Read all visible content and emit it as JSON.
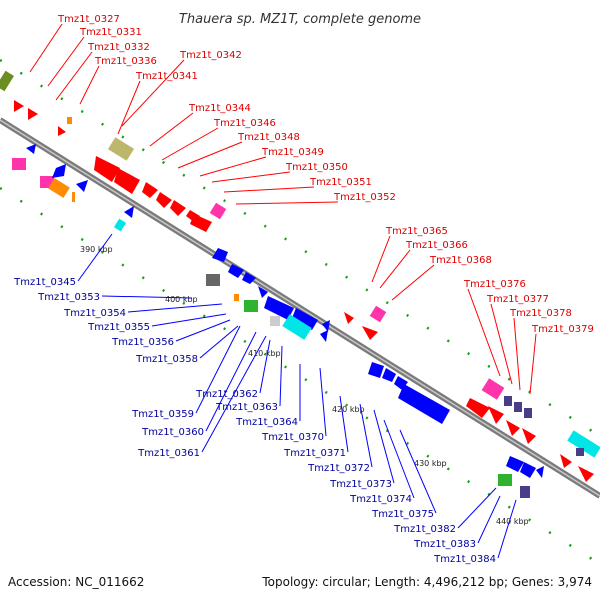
{
  "title": "Thauera sp. MZ1T, complete genome",
  "footer": {
    "accession": "Accession: NC_011662",
    "topology": "Topology: circular; Length: 4,496,212 bp; Genes: 3,974"
  },
  "ticks": [
    "390 kbp",
    "400 kbp",
    "410 kbp",
    "420 kbp",
    "430 kbp",
    "440 kbp"
  ],
  "colors": {
    "forward": "#ff0000",
    "reverse": "#0000ff",
    "label_forward": "#dd0000",
    "label_reverse": "#00009c"
  },
  "forward_labels": [
    "Tmz1t_0327",
    "Tmz1t_0331",
    "Tmz1t_0332",
    "Tmz1t_0336",
    "Tmz1t_0342",
    "Tmz1t_0341",
    "Tmz1t_0344",
    "Tmz1t_0346",
    "Tmz1t_0348",
    "Tmz1t_0349",
    "Tmz1t_0350",
    "Tmz1t_0351",
    "Tmz1t_0352",
    "Tmz1t_0365",
    "Tmz1t_0366",
    "Tmz1t_0368",
    "Tmz1t_0376",
    "Tmz1t_0377",
    "Tmz1t_0378",
    "Tmz1t_0379"
  ],
  "reverse_labels": [
    "Tmz1t_0345",
    "Tmz1t_0353",
    "Tmz1t_0354",
    "Tmz1t_0355",
    "Tmz1t_0356",
    "Tmz1t_0358",
    "Tmz1t_0359",
    "Tmz1t_0360",
    "Tmz1t_0361",
    "Tmz1t_0362",
    "Tmz1t_0363",
    "Tmz1t_0364",
    "Tmz1t_0370",
    "Tmz1t_0371",
    "Tmz1t_0372",
    "Tmz1t_0373",
    "Tmz1t_0374",
    "Tmz1t_0375",
    "Tmz1t_0382",
    "Tmz1t_0383",
    "Tmz1t_0384"
  ]
}
